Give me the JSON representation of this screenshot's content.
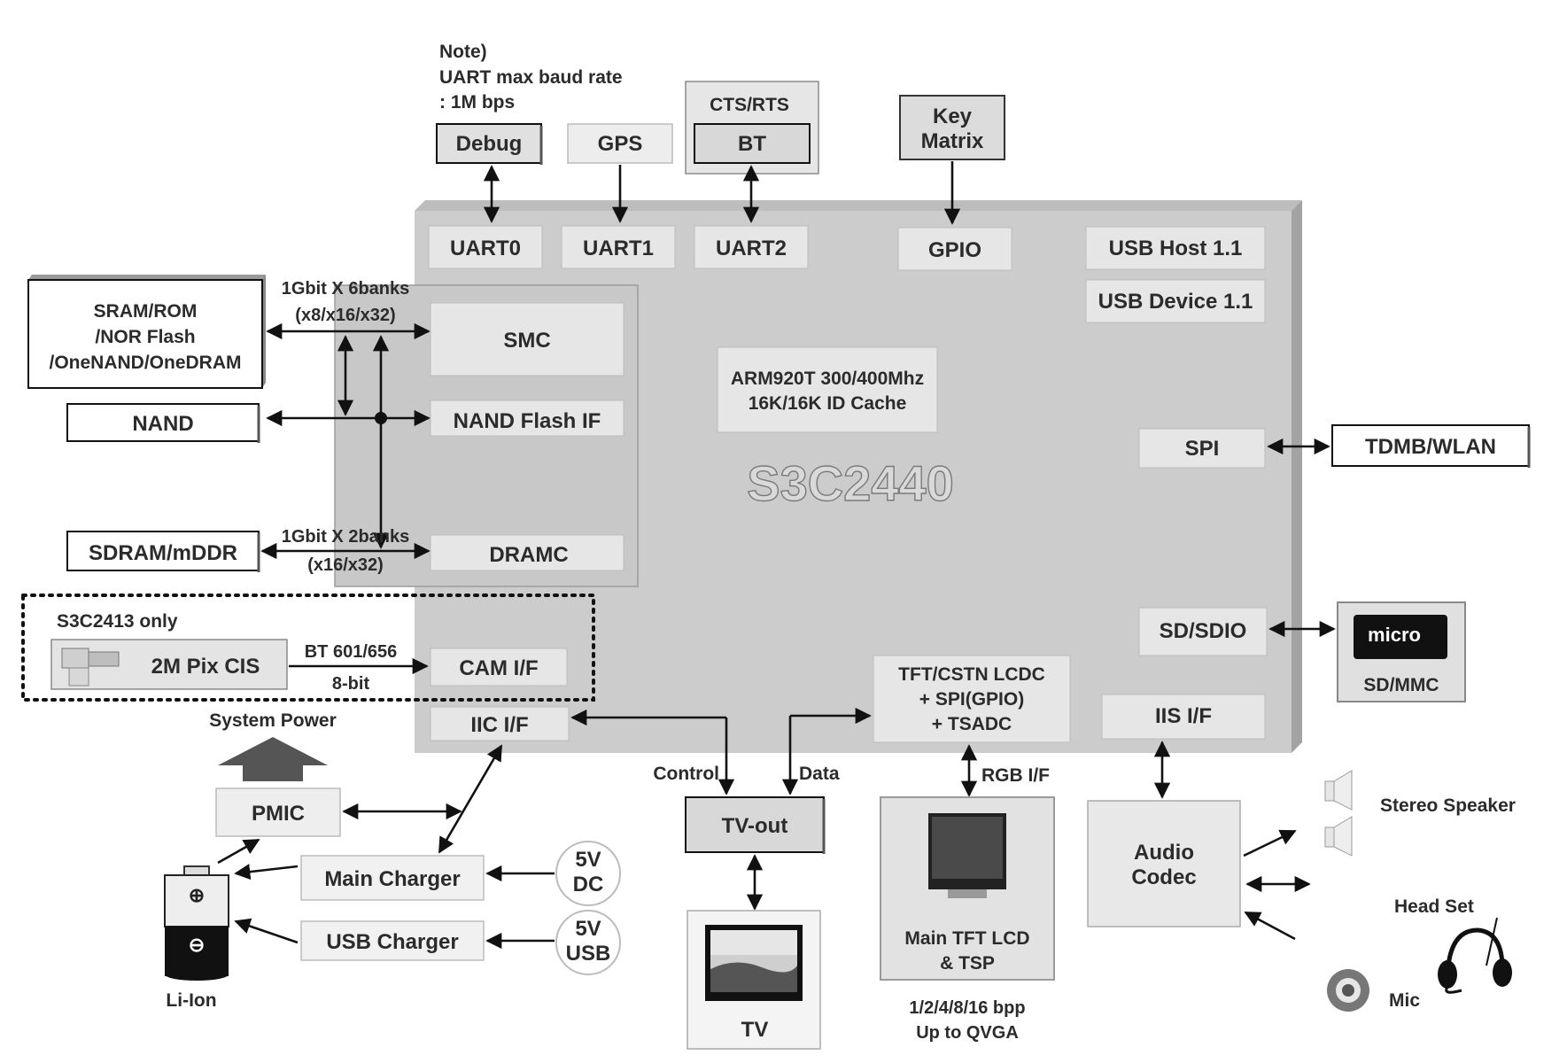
{
  "chip": {
    "name": "S3C2440",
    "core_line1": "ARM920T 300/400Mhz",
    "core_line2": "16K/16K ID Cache"
  },
  "note": {
    "line1": "Note)",
    "line2": "UART max baud rate",
    "line3": ": 1M bps"
  },
  "top_devices": {
    "debug": "Debug",
    "gps": "GPS",
    "cts_rts": "CTS/RTS",
    "bt": "BT",
    "key_line1": "Key",
    "key_line2": "Matrix"
  },
  "ports": {
    "uart0": "UART0",
    "uart1": "UART1",
    "uart2": "UART2",
    "gpio": "GPIO",
    "usb_host": "USB Host 1.1",
    "usb_device": "USB Device 1.1",
    "smc": "SMC",
    "nand_if": "NAND Flash IF",
    "dramc": "DRAMC",
    "spi": "SPI",
    "sdio": "SD/SDIO",
    "cam_if": "CAM I/F",
    "iic_if": "IIC I/F",
    "lcdc_line1": "TFT/CSTN LCDC",
    "lcdc_line2": "+ SPI(GPIO)",
    "lcdc_line3": "+ TSADC",
    "iis_if": "IIS I/F"
  },
  "memory": {
    "sram_line1": "SRAM/ROM",
    "sram_line2": "/NOR Flash",
    "sram_line3": "/OneNAND/OneDRAM",
    "nand": "NAND",
    "sdram": "SDRAM/mDDR",
    "bus1_line1": "1Gbit X 6banks",
    "bus1_line2": "(x8/x16/x32)",
    "bus2_line1": "1Gbit X 2banks",
    "bus2_line2": "(x16/x32)"
  },
  "camera": {
    "group_label": "S3C2413 only",
    "sensor": "2M Pix CIS",
    "bus_line1": "BT 601/656",
    "bus_line2": "8-bit"
  },
  "power": {
    "system_power": "System Power",
    "pmic": "PMIC",
    "main_charger": "Main Charger",
    "usb_charger": "USB Charger",
    "dc_line1": "5V",
    "dc_line2": "DC",
    "usb_line1": "5V",
    "usb_line2": "USB",
    "battery": "Li-Ion",
    "battery_plus": "⊕",
    "battery_minus": "⊖"
  },
  "peripherals": {
    "tdmb": "TDMB/WLAN",
    "sdmmc": "SD/MMC",
    "tv_out": "TV-out",
    "tv": "TV",
    "control": "Control",
    "data": "Data",
    "rgb_if": "RGB I/F",
    "lcd_line1": "Main TFT LCD",
    "lcd_line2": "& TSP",
    "bpp_line1": "1/2/4/8/16 bpp",
    "bpp_line2": "Up to QVGA",
    "audio_line1": "Audio",
    "audio_line2": "Codec",
    "speaker": "Stereo Speaker",
    "headset": "Head Set",
    "mic": "Mic",
    "micro_logo": "micro"
  },
  "colors": {
    "chip_fill": "#cccccc",
    "block_fill": "#e6e6e6",
    "line": "#111111"
  }
}
